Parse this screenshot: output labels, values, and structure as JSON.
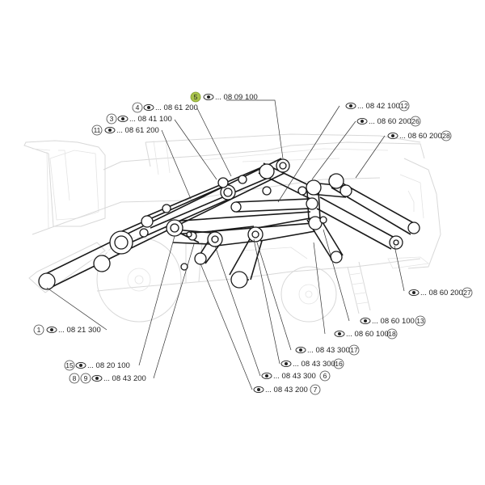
{
  "callouts": [
    {
      "id": "c5",
      "num": "5",
      "code": "... 08 09 100",
      "highlight": true
    },
    {
      "id": "c4",
      "num": "4",
      "code": "... 08 61 200"
    },
    {
      "id": "c3",
      "num": "3",
      "code": "... 08 41 100"
    },
    {
      "id": "c11",
      "num": "11",
      "code": "... 08 61 200"
    },
    {
      "id": "c12",
      "num": "12",
      "code": "... 08 42 100"
    },
    {
      "id": "c26",
      "num": "26",
      "code": "... 08 60 200"
    },
    {
      "id": "c28",
      "num": "28",
      "code": "... 08 60 200"
    },
    {
      "id": "c1",
      "num": "1",
      "code": "... 08 21 300"
    },
    {
      "id": "c27",
      "num": "27",
      "code": "... 08 60 200"
    },
    {
      "id": "c13",
      "num": "13",
      "code": "... 08 60 100"
    },
    {
      "id": "c18",
      "num": "18",
      "code": "... 08 60 100"
    },
    {
      "id": "c17",
      "num": "17",
      "code": "... 08 43 300"
    },
    {
      "id": "c16",
      "num": "16",
      "code": "... 08 43 300"
    },
    {
      "id": "c15",
      "num": "15",
      "code": "... 08 20 100"
    },
    {
      "id": "c8",
      "num": "8",
      "code": ""
    },
    {
      "id": "c9",
      "num": "9",
      "code": "... 08 43 200"
    },
    {
      "id": "c6",
      "num": "6",
      "code": "... 08 43 300"
    },
    {
      "id": "c7",
      "num": "7",
      "code": "... 08 43 200"
    }
  ],
  "colors": {
    "highlight": "#a9c34b",
    "ink": "#1a1a1a",
    "ghost": "#d8d8d8"
  },
  "icons": {
    "view": "eye-icon"
  }
}
